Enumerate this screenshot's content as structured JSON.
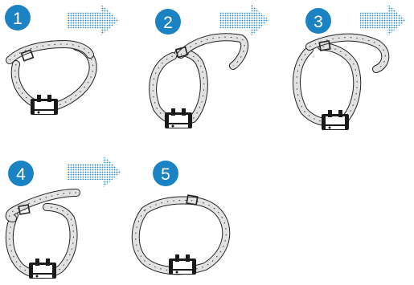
{
  "diagram": {
    "accent_color": "#1b82c3",
    "strap_fill": "#e2e2e2",
    "outline_color": "#222222",
    "steps": [
      {
        "number": "1",
        "illustration": "collar-buckled-strap-overlapping",
        "arrow": "dotted-right-arrow-icon"
      },
      {
        "number": "2",
        "illustration": "collar-strap-end-pulled-up",
        "arrow": "dotted-right-arrow-icon"
      },
      {
        "number": "3",
        "illustration": "collar-strap-through-buckle",
        "arrow": "dotted-right-arrow-icon"
      },
      {
        "number": "4",
        "illustration": "collar-strap-threaded-back",
        "arrow": "dotted-right-arrow-icon"
      },
      {
        "number": "5",
        "illustration": "collar-fastened-closed",
        "arrow": ""
      }
    ]
  }
}
